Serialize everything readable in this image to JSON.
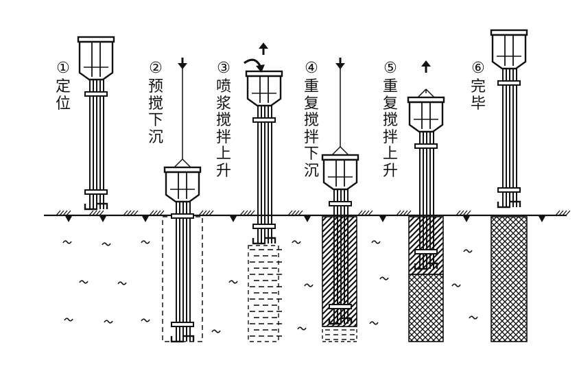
{
  "steps": [
    {
      "number": "①",
      "label": "定位"
    },
    {
      "number": "②",
      "label": "预搅下沉"
    },
    {
      "number": "③",
      "label": "喷浆搅拌上升"
    },
    {
      "number": "④",
      "label": "重复搅拌下沉"
    },
    {
      "number": "⑤",
      "label": "重复搅拌上升"
    },
    {
      "number": "⑥",
      "label": "完毕"
    }
  ],
  "icons": {
    "down_arrow": "down-arrow-icon",
    "up_arrow": "up-arrow-icon",
    "slurry_spray": "curved-arrow-icon",
    "ground_marker": "ground-triangle-icon"
  },
  "colors": {
    "line": "#111111",
    "background": "#ffffff"
  }
}
